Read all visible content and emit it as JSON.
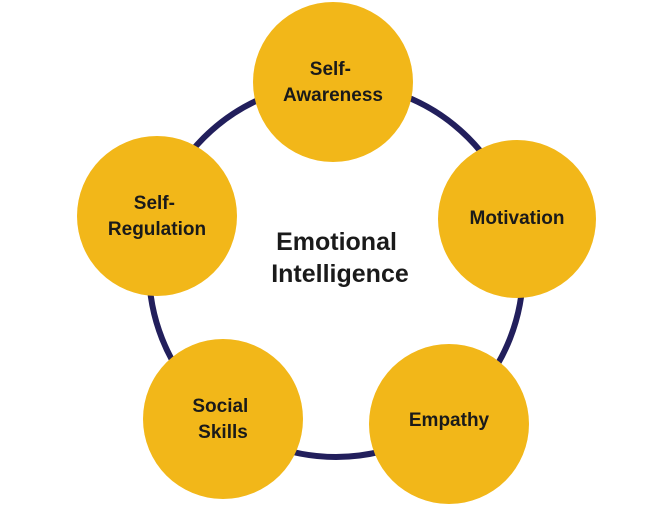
{
  "center": {
    "lines": [
      "Emotional",
      "Intelligence"
    ]
  },
  "nodes": [
    {
      "id": "self-awareness",
      "lines": [
        "Self-",
        "Awareness"
      ]
    },
    {
      "id": "motivation",
      "lines": [
        "Motivation"
      ]
    },
    {
      "id": "empathy",
      "lines": [
        "Empathy"
      ]
    },
    {
      "id": "social-skills",
      "lines": [
        "Social",
        "Skills"
      ]
    },
    {
      "id": "self-regulation",
      "lines": [
        "Self-",
        "Regulation"
      ]
    }
  ],
  "colors": {
    "node_fill": "#F2B719",
    "ring": "#221F5C",
    "text": "#1A1A1A",
    "background": "#FFFFFF"
  }
}
